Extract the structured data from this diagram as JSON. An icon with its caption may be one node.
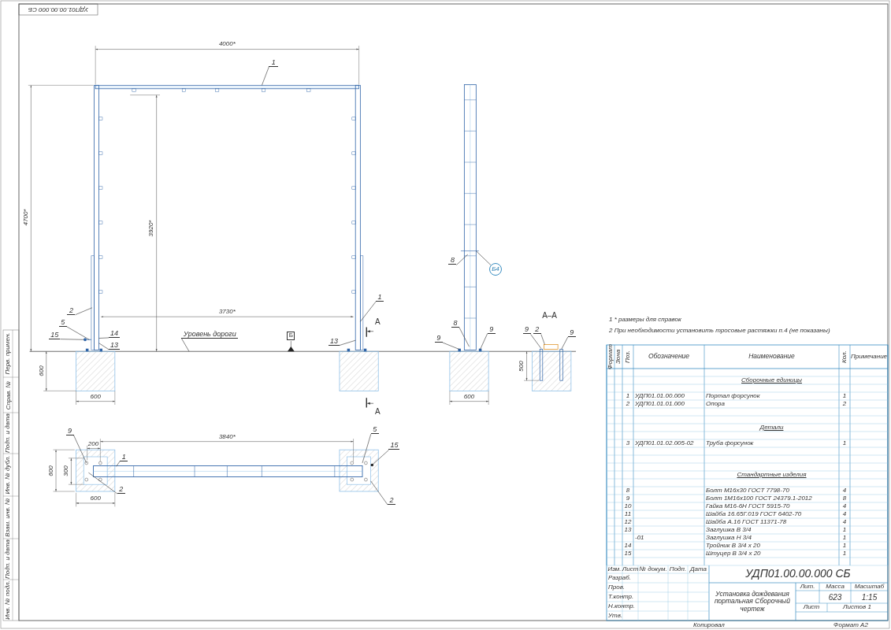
{
  "diagram": {
    "nodes": [
      {
        "text": [
          "1"
        ]
      },
      {
        "text": [
          "2"
        ]
      },
      {
        "text": [
          "5"
        ]
      },
      {
        "text": [
          "15"
        ]
      },
      {
        "text": [
          "14"
        ]
      },
      {
        "text": [
          "13"
        ]
      },
      {
        "text": [
          "1"
        ]
      },
      {
        "text": [
          "13"
        ]
      },
      {
        "text": [
          "8"
        ]
      },
      {
        "text": [
          "Б4"
        ]
      },
      {
        "text": [
          "9"
        ]
      },
      {
        "text": [
          "8"
        ]
      },
      {
        "text": [
          "9"
        ]
      },
      {
        "text": [
          "9"
        ]
      },
      {
        "text": [
          "2"
        ]
      },
      {
        "text": [
          "9"
        ]
      },
      {
        "text": [
          "9"
        ]
      },
      {
        "text": [
          "2"
        ]
      },
      {
        "text": [
          "1"
        ]
      },
      {
        "text": [
          "5"
        ]
      },
      {
        "text": [
          "15"
        ]
      },
      {
        "text": [
          "2"
        ]
      },
      {
        "text": [
          "Уровень дороги"
        ]
      }
    ],
    "edges": [
      {
        "from": 0,
        "to": null,
        "arrow": "none"
      },
      {
        "from": 1,
        "to": null,
        "arrow": "none"
      },
      {
        "from": 2,
        "to": null,
        "arrow": "none"
      },
      {
        "from": 3,
        "to": null,
        "arrow": "none"
      },
      {
        "from": 4,
        "to": null,
        "arrow": "none"
      },
      {
        "from": 5,
        "to": null,
        "arrow": "none"
      },
      {
        "from": 6,
        "to": null,
        "arrow": "none"
      },
      {
        "from": 7,
        "to": null,
        "arrow": "none"
      },
      {
        "from": 8,
        "to": null,
        "arrow": "none"
      },
      {
        "from": 9,
        "to": null,
        "arrow": "none"
      },
      {
        "from": 10,
        "to": null,
        "arrow": "none"
      },
      {
        "from": 11,
        "to": null,
        "arrow": "none"
      },
      {
        "from": 12,
        "to": null,
        "arrow": "none"
      },
      {
        "from": 13,
        "to": null,
        "arrow": "none"
      },
      {
        "from": 14,
        "to": null,
        "arrow": "none"
      },
      {
        "from": 15,
        "to": null,
        "arrow": "none"
      },
      {
        "from": 16,
        "to": null,
        "arrow": "none"
      },
      {
        "from": 17,
        "to": null,
        "arrow": "none"
      },
      {
        "from": 18,
        "to": null,
        "arrow": "none"
      },
      {
        "from": 19,
        "to": null,
        "arrow": "none"
      },
      {
        "from": 20,
        "to": null,
        "arrow": "none"
      },
      {
        "from": 21,
        "to": null,
        "arrow": "none"
      },
      {
        "from": 22,
        "to": null,
        "arrow": "none"
      }
    ],
    "labels": [
      "УДП01.00.00.000 СБ",
      "4000*",
      "4700*",
      "3920*",
      "3730*",
      "600",
      "600",
      "Б",
      "А",
      "А",
      "600",
      "А–А",
      "500",
      "3840*",
      "200",
      "600",
      "300",
      "600",
      "1 * размеры для справок",
      "2 При необходимости установить тросовые растяжки п.4 (не показаны)",
      "Формат",
      "Зона",
      "Поз.",
      "Обозначение",
      "Наименование",
      "Кол.",
      "Примечание",
      "Сборочные единицы",
      "1",
      "УДП01.01.00.000",
      "Портал форсунок",
      "1",
      "2",
      "УДП01.01.01.000",
      "Опора",
      "2",
      "Детали",
      "3",
      "УДП01.01.02.005-02",
      "Труба форсунок",
      "1",
      "Стандартные изделия",
      "8",
      "Болт М16х30 ГОСТ 7798-70",
      "4",
      "9",
      "Болт 1М16х100 ГОСТ 24379.1-2012",
      "8",
      "10",
      "Гайка М16-6Н ГОСТ 5915-70",
      "4",
      "11",
      "Шайба 16.65Г.019 ГОСТ 6402-70",
      "4",
      "12",
      "Шайба А.16 ГОСТ 11371-78",
      "4",
      "13",
      "Заглушка В 3/4",
      "1",
      "-01",
      "Заглушка Н 3/4",
      "1",
      "14",
      "Тройник В 3/4 х 20",
      "1",
      "15",
      "Штуцер В 3/4 х 20",
      "1",
      "УДП01.00.00.000 СБ",
      "Изм.",
      "Лист",
      "№ докум.",
      "Подп.",
      "Дата",
      "Разраб.",
      "Пров.",
      "Т.контр.",
      "Н.контр.",
      "Утв.",
      "Установка дождевания портальная Сборочный чертеж",
      "Лит.",
      "Масса",
      "Масштаб",
      "623",
      "1:15",
      "Лист",
      "Листов 1",
      "Копировал",
      "Формат А2",
      "Перв. примен.",
      "Справ. №",
      "Подп. и дата",
      "Инв. № дубл.",
      "Взам. инв. №",
      "Подп. и дата",
      "Инв. № подл."
    ]
  }
}
